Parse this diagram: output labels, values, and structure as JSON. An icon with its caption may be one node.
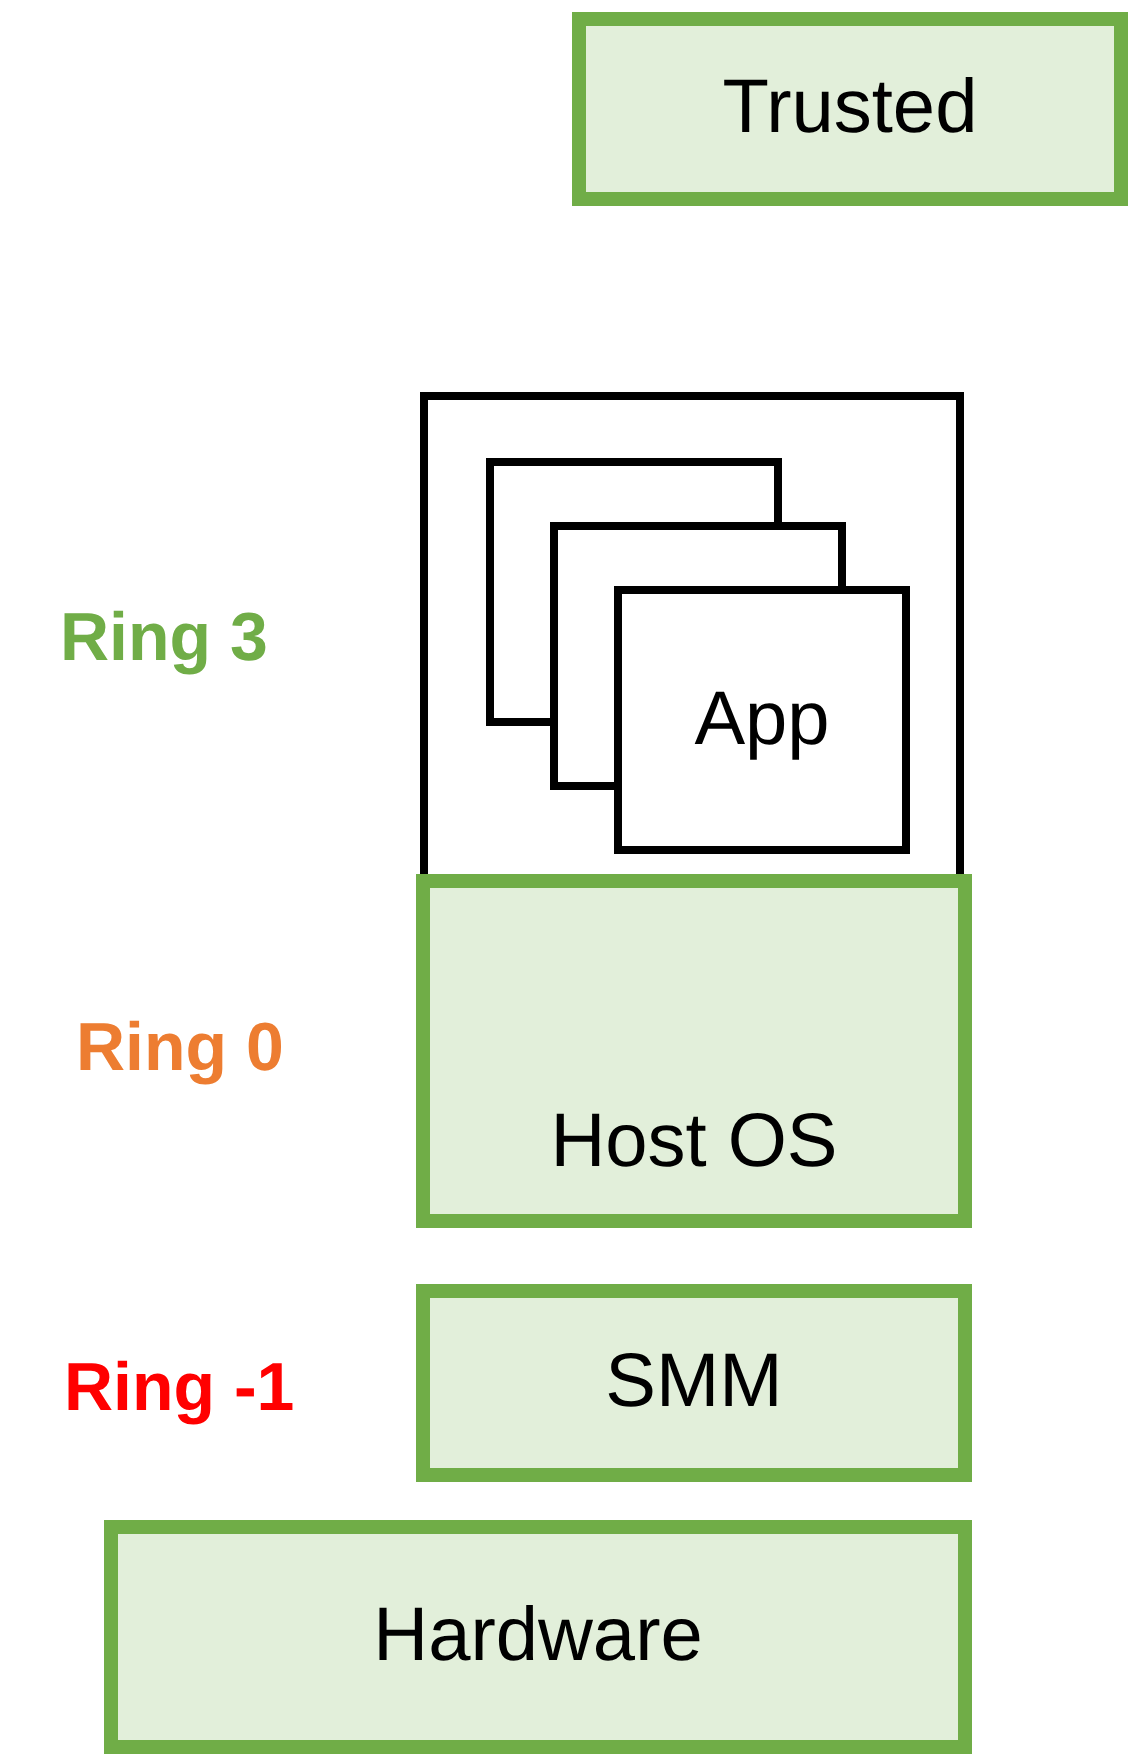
{
  "diagram": {
    "nodes": [
      {
        "text": [
          "Trusted"
        ]
      },
      {
        "text": [],
        "shape": "box"
      },
      {
        "text": [],
        "shape": "box",
        "in": 1
      },
      {
        "text": [],
        "shape": "box",
        "in": 1
      },
      {
        "text": [
          "App"
        ],
        "in": 1
      },
      {
        "text": [
          "Host OS"
        ]
      },
      {
        "text": [
          "SMM"
        ]
      },
      {
        "text": [
          "Hardware"
        ]
      }
    ],
    "labels": [
      "Ring 3",
      "Ring 0",
      "Ring -1"
    ]
  }
}
